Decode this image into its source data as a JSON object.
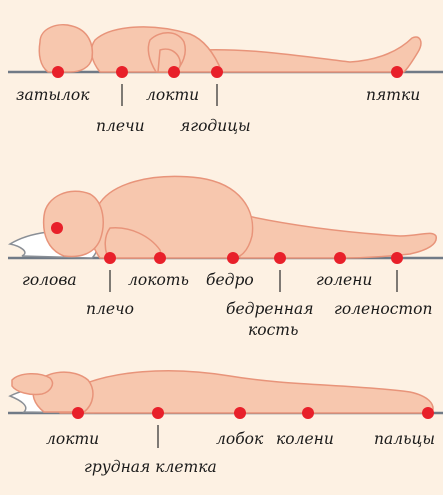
{
  "colors": {
    "background": "#fdf1e3",
    "body_fill": "#f7c7ae",
    "body_stroke": "#e8947a",
    "surface_line": "#707a86",
    "marker": "#e8202a",
    "leader": "#2a2a2a"
  },
  "panels": [
    {
      "name": "supine",
      "points": [
        "затылок",
        "плечи",
        "локти",
        "ягодицы",
        "пятки"
      ]
    },
    {
      "name": "side",
      "points": [
        "голова",
        "плечо",
        "локоть",
        "бедро",
        "бедренная",
        "кость",
        "голени",
        "голеностоп"
      ]
    },
    {
      "name": "prone",
      "points": [
        "локти",
        "грудная клетка",
        "лобок",
        "колени",
        "пальцы"
      ]
    }
  ]
}
